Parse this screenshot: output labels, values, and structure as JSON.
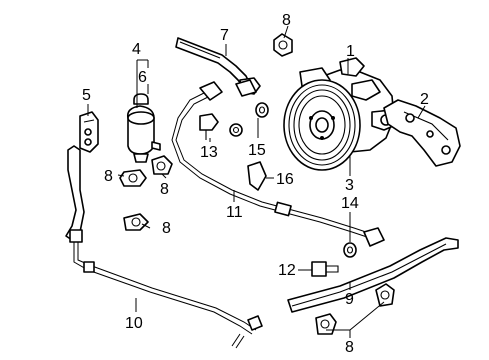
{
  "callouts": {
    "c1": "1",
    "c2": "2",
    "c3": "3",
    "c4": "4",
    "c5": "5",
    "c6": "6",
    "c7": "7",
    "c8a": "8",
    "c8b": "8",
    "c8c": "8",
    "c8d": "8",
    "c8e": "8",
    "c9": "9",
    "c10": "10",
    "c11": "11",
    "c12": "12",
    "c13": "13",
    "c14": "14",
    "c15": "15",
    "c16": "16"
  }
}
